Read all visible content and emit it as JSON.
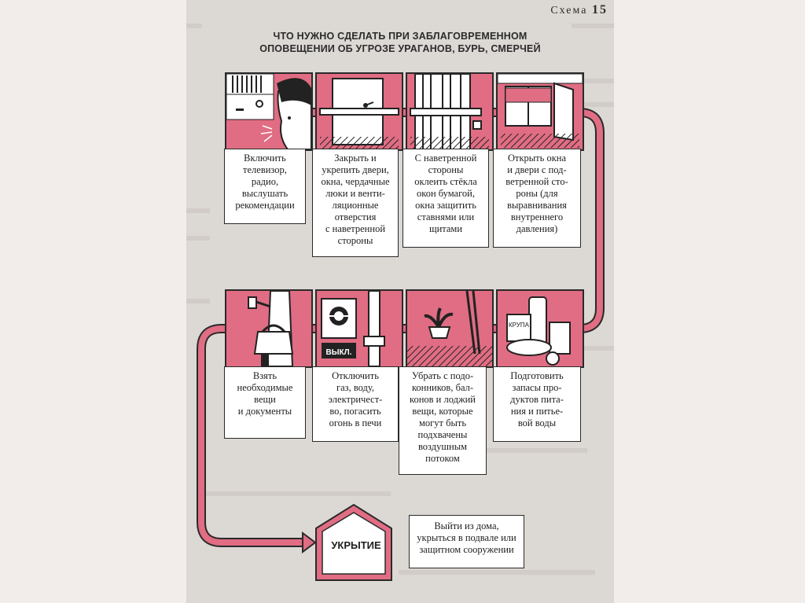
{
  "header": {
    "schema_word": "Схема",
    "schema_number": "15"
  },
  "title_lines": [
    "ЧТО НУЖНО СДЕЛАТЬ ПРИ ЗАБЛАГОВРЕМЕННОМ",
    "ОПОВЕЩЕНИИ ОБ УГРОЗЕ УРАГАНОВ, БУРЬ, СМЕРЧЕЙ"
  ],
  "steps": [
    {
      "id": "tv",
      "icon": "tv-radio-person-icon",
      "text": "Включить\nтелевизор,\nрадио,\nвыслушать\nрекомендации"
    },
    {
      "id": "doors",
      "icon": "locked-door-icon",
      "text": "Закрыть и\nукрепить двери,\nокна, чердачные\nлюки и венти-\nляционные\nотверстия\nс наветренной\nстороны"
    },
    {
      "id": "glass",
      "icon": "shuttered-window-icon",
      "text": "С наветренной\nстороны\nоклеить стёкла\nокон бумагой,\nокна защитить\nставнями или\nщитами"
    },
    {
      "id": "open",
      "icon": "open-window-icon",
      "text": "Открыть окна\nи двери с под-\nветренной сто-\nроны (для\nвыравнивания\nвнутреннего\nдавления)"
    },
    {
      "id": "food",
      "icon": "food-supplies-icon",
      "text": "Подготовить\nзапасы про-\nдуктов пита-\nния и питье-\nвой воды",
      "badge": "КРУПА"
    },
    {
      "id": "balcony",
      "icon": "balcony-items-icon",
      "text": "Убрать с подо-\nконников, бал-\nконов и лоджий\nвещи, которые\nмогут быть\nподхвачены\nвоздушным\nпотоком"
    },
    {
      "id": "utilities",
      "icon": "switch-off-icon",
      "text": "Отключить\nгаз, воду,\nэлектричест-\nво, погасить\nогонь в печи",
      "badge": "ВЫКЛ."
    },
    {
      "id": "docs",
      "icon": "bag-documents-icon",
      "text": "Взять\nнеобходимые\nвещи\nи документы"
    }
  ],
  "shelter": {
    "label": "УКРЫТИЕ",
    "text": "Выйти из дома,\nукрыться в подвале или\nзащитном сооружении"
  },
  "colors": {
    "accent": "#e06d83",
    "line": "#2a2a2a",
    "page": "#dcd8d4"
  }
}
